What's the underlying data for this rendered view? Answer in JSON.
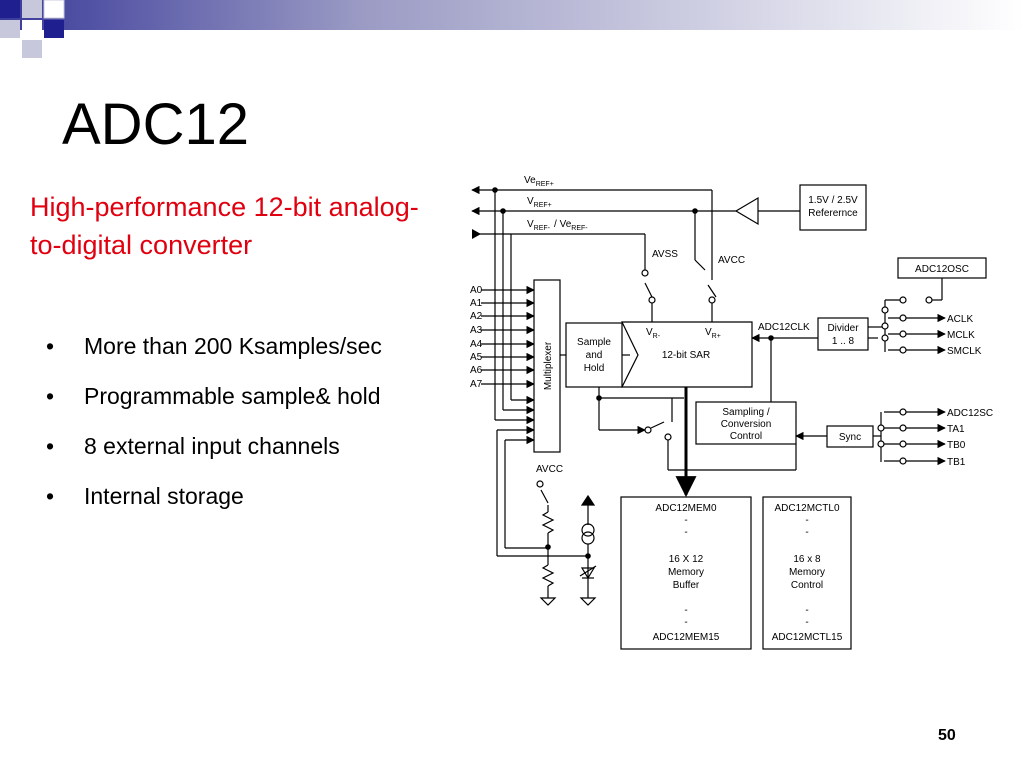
{
  "slide": {
    "title": "ADC12",
    "subtitle": "High-performance 12-bit analog-to-digital converter",
    "bullets": [
      "More than 200 Ksamples/sec",
      "Programmable sample& hold",
      "8 external input channels",
      "Internal storage"
    ],
    "page_number": "50"
  },
  "diagram": {
    "ref_lines": {
      "veref_plus": {
        "main": "Ve",
        "sub": "REF+"
      },
      "vref_plus": {
        "main": "V",
        "sub": "REF+"
      },
      "vref_minus_veref_minus": {
        "m1": "V",
        "s1": "REF-",
        "sep": "/ Ve",
        "s2": "REF-"
      }
    },
    "reference_box": {
      "line1": "1.5V / 2.5V",
      "line2": "Referernce"
    },
    "avss_label": "AVSS",
    "avcc_label_top": "AVCC",
    "avcc_label_bottom": "AVCC",
    "osc_box": "ADC12OSC",
    "inputs": [
      "A0",
      "A1",
      "A2",
      "A3",
      "A4",
      "A5",
      "A6",
      "A7"
    ],
    "multiplexer_label": "Multiplexer",
    "sample_hold": {
      "line1": "Sample",
      "line2": "and",
      "line3": "Hold"
    },
    "sar": {
      "vr_minus": "V",
      "vr_minus_sub": "R-",
      "vr_plus": "V",
      "vr_plus_sub": "R+",
      "label": "12-bit SAR"
    },
    "clk_label": "ADC12CLK",
    "divider": {
      "line1": "Divider",
      "line2": "1 .. 8"
    },
    "clock_sources": [
      "ACLK",
      "MCLK",
      "SMCLK"
    ],
    "sampling_box": {
      "line1": "Sampling /",
      "line2": "Conversion",
      "line3": "Control"
    },
    "sync_box": "Sync",
    "trigger_sources": [
      "ADC12SC",
      "TA1",
      "TB0",
      "TB1"
    ],
    "mem_box": {
      "l1": "ADC12MEM0",
      "l2": "-",
      "l3": "-",
      "l4": "16 X 12",
      "l5": "Memory",
      "l6": "Buffer",
      "l7": "-",
      "l8": "-",
      "l9": "ADC12MEM15"
    },
    "mctl_box": {
      "l1": "ADC12MCTL0",
      "l2": "-",
      "l3": "-",
      "l4": "16 x 8",
      "l5": "Memory",
      "l6": "Control",
      "l7": "-",
      "l8": "-",
      "l9": "ADC12MCTL15"
    }
  },
  "colors": {
    "subtitle": "#e0000f",
    "deco_blue": "#1f1f8f",
    "deco_light": "#c8c8dc"
  }
}
